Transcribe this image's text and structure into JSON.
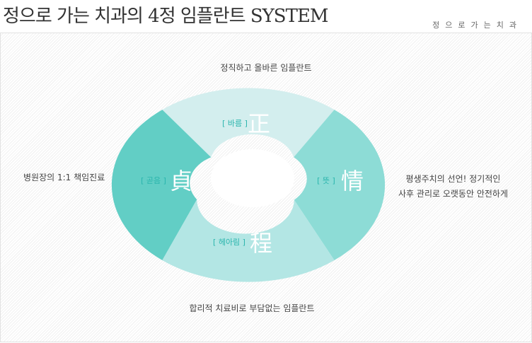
{
  "header": {
    "title": "정으로 가는 치과의 4정 임플란트 SYSTEM",
    "brand": "정으로가는치과"
  },
  "captions": {
    "top": "정직하고 올바른 임플란트",
    "left": "병원장의 1:1 책임진료",
    "right_line1": "평생주치의 선언! 정기적인",
    "right_line2": "사후 관리로 오랫동안 안전하게",
    "bottom": "합리적 치료비로 부담없는 임플란트"
  },
  "segments": {
    "top": {
      "hanja": "正",
      "label": "[ 바름 ]",
      "color": "#d3eeee"
    },
    "left": {
      "hanja": "貞",
      "label": "[ 곧음 ]",
      "color": "#62cec5"
    },
    "right": {
      "hanja": "情",
      "label": "[ 뜻 ]",
      "color": "#8ddcd6"
    },
    "bottom": {
      "hanja": "程",
      "label": "[ 헤아림 ]",
      "color": "#b3e6e4"
    }
  },
  "colors": {
    "label_text": "#2ab5ad",
    "hanja_text": "#ffffff"
  }
}
